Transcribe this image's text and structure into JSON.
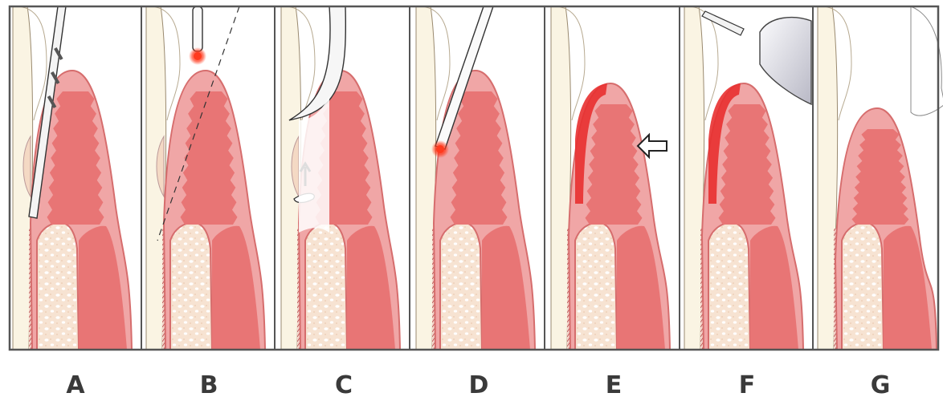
{
  "figure": {
    "colors": {
      "frame": "#555555",
      "gum": "#f0a6a6",
      "gum_edge": "#d66d6d",
      "tissue_core": "#e87575",
      "lesion_red": "#e83030",
      "bone_bg": "#f7e3d2",
      "tooth": "#faf4e3",
      "laser_dot": "#ff3a1e",
      "text": "#3a3a3a"
    },
    "panels": [
      {
        "label": "A",
        "tool": "probe-icon"
      },
      {
        "label": "B",
        "tool": "laser-fiber-icon"
      },
      {
        "label": "C",
        "tool": "curette-icon"
      },
      {
        "label": "D",
        "tool": "laser-fiber-icon"
      },
      {
        "label": "E",
        "tool": "pressure-arrow-icon"
      },
      {
        "label": "F",
        "tool": "occlusal-adjustment-icon"
      },
      {
        "label": "G",
        "tool": "none"
      }
    ]
  }
}
